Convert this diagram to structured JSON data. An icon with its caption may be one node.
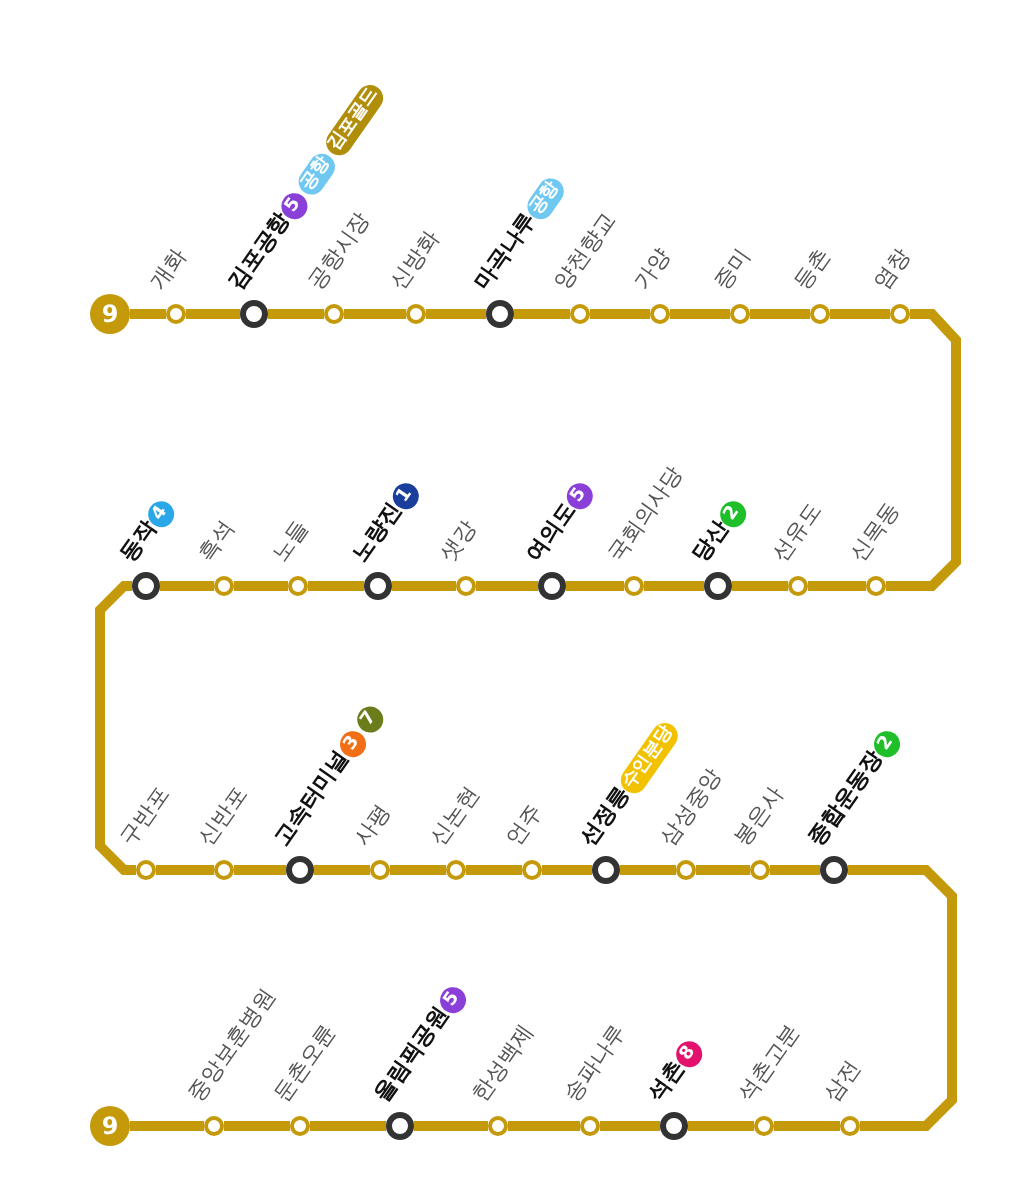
{
  "diagram": {
    "nodes": [
      {
        "text": [
          "9"
        ]
      },
      {
        "text": [
          "개화"
        ]
      },
      {
        "text": [
          "김포공항"
        ],
        "beside": [
          "5",
          "공항",
          "김포골드"
        ]
      },
      {
        "text": [
          "공항시장"
        ]
      },
      {
        "text": [
          "신방화"
        ]
      },
      {
        "text": [
          "마곡나루"
        ]
      },
      {
        "text": [
          "양천향교"
        ]
      },
      {
        "text": [
          "가양"
        ]
      },
      {
        "text": [
          "증미"
        ]
      },
      {
        "text": [
          "등촌"
        ]
      },
      {
        "text": [
          "염창"
        ]
      },
      {
        "text": [
          "신목동"
        ]
      },
      {
        "text": [
          "선유도"
        ]
      },
      {
        "text": [
          "당산"
        ],
        "beside": [
          "2"
        ]
      },
      {
        "text": [
          "국회의사당"
        ]
      },
      {
        "text": [
          "여의도"
        ],
        "beside": [
          "5"
        ]
      },
      {
        "text": [
          "샛강"
        ]
      },
      {
        "text": [
          "노량진"
        ],
        "beside": [
          "1"
        ]
      },
      {
        "text": [
          "노들"
        ]
      },
      {
        "text": [
          "흑석"
        ]
      },
      {
        "text": [
          "동작"
        ],
        "beside": [
          "4"
        ]
      },
      {
        "text": [
          "구반포"
        ]
      },
      {
        "text": [
          "신반포"
        ]
      },
      {
        "text": [
          "고속터미널"
        ],
        "beside": [
          "3",
          "7"
        ]
      },
      {
        "text": [
          "사평"
        ]
      },
      {
        "text": [
          "신논현"
        ]
      },
      {
        "text": [
          "언주"
        ]
      },
      {
        "text": [
          "선정릉"
        ],
        "beside": [
          "수인분당"
        ]
      },
      {
        "text": [
          "삼성중앙"
        ]
      },
      {
        "text": [
          "봉은사"
        ]
      },
      {
        "text": [
          "종합운동장"
        ]
      },
      {
        "text": [
          "삼전"
        ]
      },
      {
        "text": [
          "석촌고분"
        ]
      },
      {
        "text": [
          "석촌"
        ],
        "beside": [
          "8"
        ]
      },
      {
        "text": [
          "송파나루"
        ]
      },
      {
        "text": [
          "한성백제"
        ]
      },
      {
        "text": [
          "올림픽공원"
        ]
      },
      {
        "text": [
          "둔촌오륜"
        ]
      },
      {
        "text": [
          "중앙보훈병원"
        ]
      },
      {
        "text": [
          "9"
        ]
      }
    ],
    "edges": [
      {
        "from": 0,
        "to": 1,
        "arrow": "none"
      },
      {
        "from": 1,
        "to": 2,
        "arrow": "none"
      },
      {
        "from": 2,
        "to": 3,
        "arrow": "none"
      },
      {
        "from": 3,
        "to": 4,
        "arrow": "none"
      },
      {
        "from": 4,
        "to": 5,
        "arrow": "none"
      },
      {
        "from": 5,
        "to": 6,
        "arrow": "none"
      },
      {
        "from": 6,
        "to": 7,
        "arrow": "none"
      },
      {
        "from": 7,
        "to": 8,
        "arrow": "none"
      },
      {
        "from": 8,
        "to": 9,
        "arrow": "none"
      },
      {
        "from": 9,
        "to": 10,
        "arrow": "none"
      },
      {
        "from": 10,
        "to": 11,
        "arrow": "none"
      },
      {
        "from": 11,
        "to": 12,
        "arrow": "none"
      },
      {
        "from": 12,
        "to": 13,
        "arrow": "none"
      },
      {
        "from": 13,
        "to": 14,
        "arrow": "none"
      },
      {
        "from": 14,
        "to": 15,
        "arrow": "none"
      },
      {
        "from": 15,
        "to": 16,
        "arrow": "none"
      },
      {
        "from": 16,
        "to": 17,
        "arrow": "none"
      },
      {
        "from": 17,
        "to": 18,
        "arrow": "none"
      },
      {
        "from": 18,
        "to": 19,
        "arrow": "none"
      },
      {
        "from": 19,
        "to": 20,
        "arrow": "none"
      },
      {
        "from": 20,
        "to": 21,
        "arrow": "none"
      },
      {
        "from": 21,
        "to": 22,
        "arrow": "none"
      },
      {
        "from": 22,
        "to": 23,
        "arrow": "none"
      },
      {
        "from": 23,
        "to": 24,
        "arrow": "none"
      },
      {
        "from": 24,
        "to": 25,
        "arrow": "none"
      },
      {
        "from": 25,
        "to": 26,
        "arrow": "none"
      },
      {
        "from": 26,
        "to": 27,
        "arrow": "none"
      },
      {
        "from": 27,
        "to": 28,
        "arrow": "none"
      },
      {
        "from": 28,
        "to": 29,
        "arrow": "none"
      },
      {
        "from": 29,
        "to": 30,
        "arrow": "none"
      },
      {
        "from": 30,
        "to": 31,
        "arrow": "none"
      },
      {
        "from": 31,
        "to": 32,
        "arrow": "none"
      },
      {
        "from": 32,
        "to": 33,
        "arrow": "none"
      },
      {
        "from": 33,
        "to": 34,
        "arrow": "none"
      },
      {
        "from": 34,
        "to": 35,
        "arrow": "none"
      },
      {
        "from": 35,
        "to": 36,
        "arrow": "none"
      },
      {
        "from": 36,
        "to": 37,
        "arrow": "none"
      },
      {
        "from": 37,
        "to": 38,
        "arrow": "none"
      },
      {
        "from": 38,
        "to": 39,
        "arrow": "none"
      }
    ],
    "labels": [
      "공항",
      "2",
      "5"
    ]
  }
}
